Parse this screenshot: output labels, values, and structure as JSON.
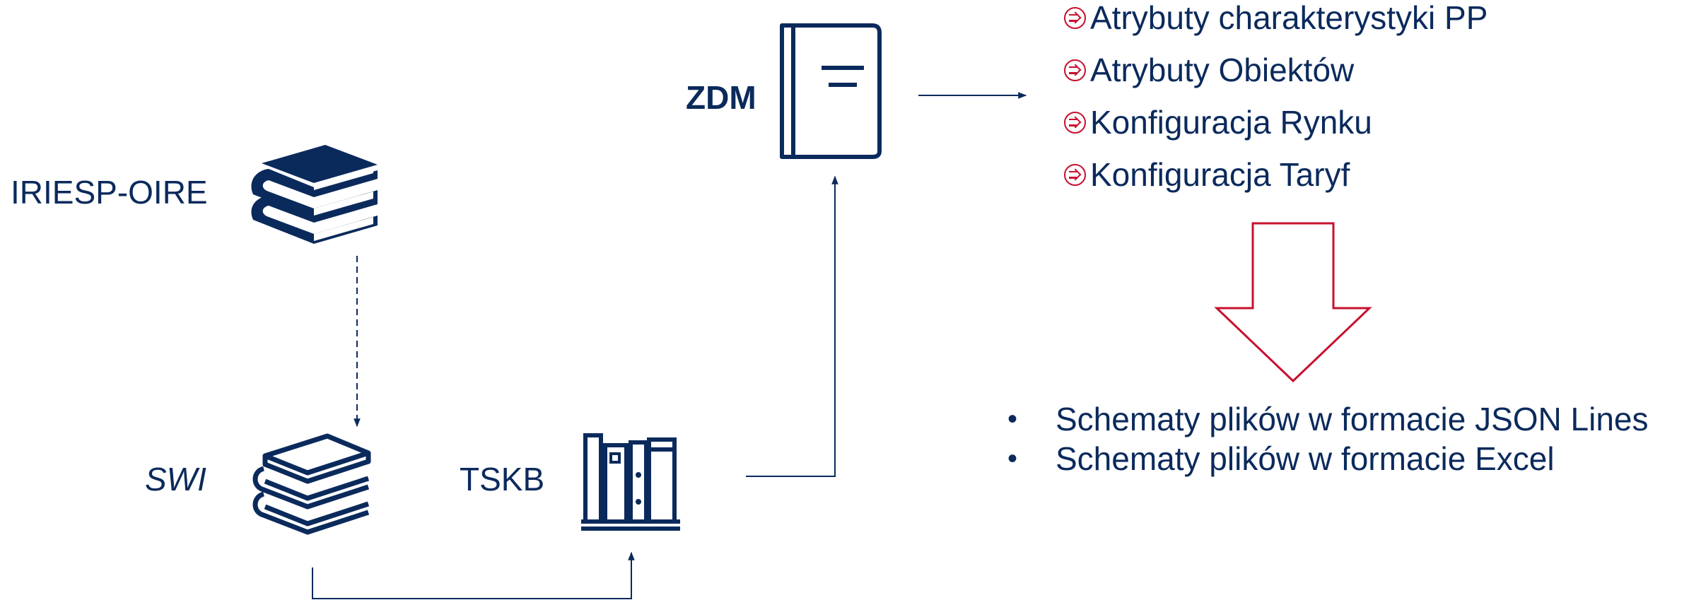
{
  "diagram": {
    "sources": {
      "iriesp": {
        "label": "IRIESP-OIRE",
        "icon": "stacked-books-filled-icon"
      },
      "swi": {
        "label": "SWI",
        "icon": "stacked-books-outline-icon"
      },
      "tskb": {
        "label": "TSKB",
        "icon": "bookshelf-icon"
      },
      "zdm": {
        "label": "ZDM",
        "icon": "closed-book-icon"
      }
    },
    "attributes": [
      "Atrybuty charakterystyki PP",
      "Atrybuty Obiektów",
      "Konfiguracja Rynku",
      "Konfiguracja Taryf"
    ],
    "outputs": [
      "Schematy plików w formacie JSON Lines",
      "Schematy plików w formacie Excel"
    ],
    "bullet_glyph": "•",
    "colors": {
      "primary": "#0b2a5c",
      "accent": "#c8102e",
      "background": "#ffffff"
    }
  }
}
